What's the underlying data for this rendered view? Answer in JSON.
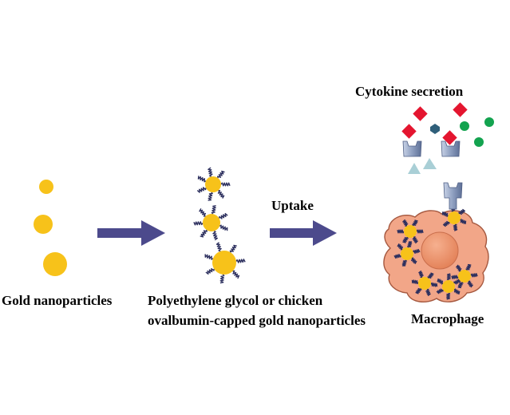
{
  "labels": {
    "gold_nanoparticles": "Gold nanoparticles",
    "capped_line1": "Polyethylene glycol or chicken",
    "capped_line2": "ovalbumin-capped gold nanoparticles",
    "uptake": "Uptake",
    "cytokine_secretion": "Cytokine secretion",
    "macrophage": "Macrophage"
  },
  "colors": {
    "gold": "#f7c21a",
    "arrow": "#4c4a8c",
    "ligand": "#2c2f5e",
    "cell_body": "#f2a688",
    "cell_outline": "#a5583f",
    "nucleus": "#eb8c63",
    "cytokine_red": "#e4152f",
    "cytokine_green": "#13a34f",
    "cytokine_hexagon": "#2f5f7a",
    "cytokine_triangle": "#a9cfd6",
    "receptor": "#8e9fc0"
  }
}
